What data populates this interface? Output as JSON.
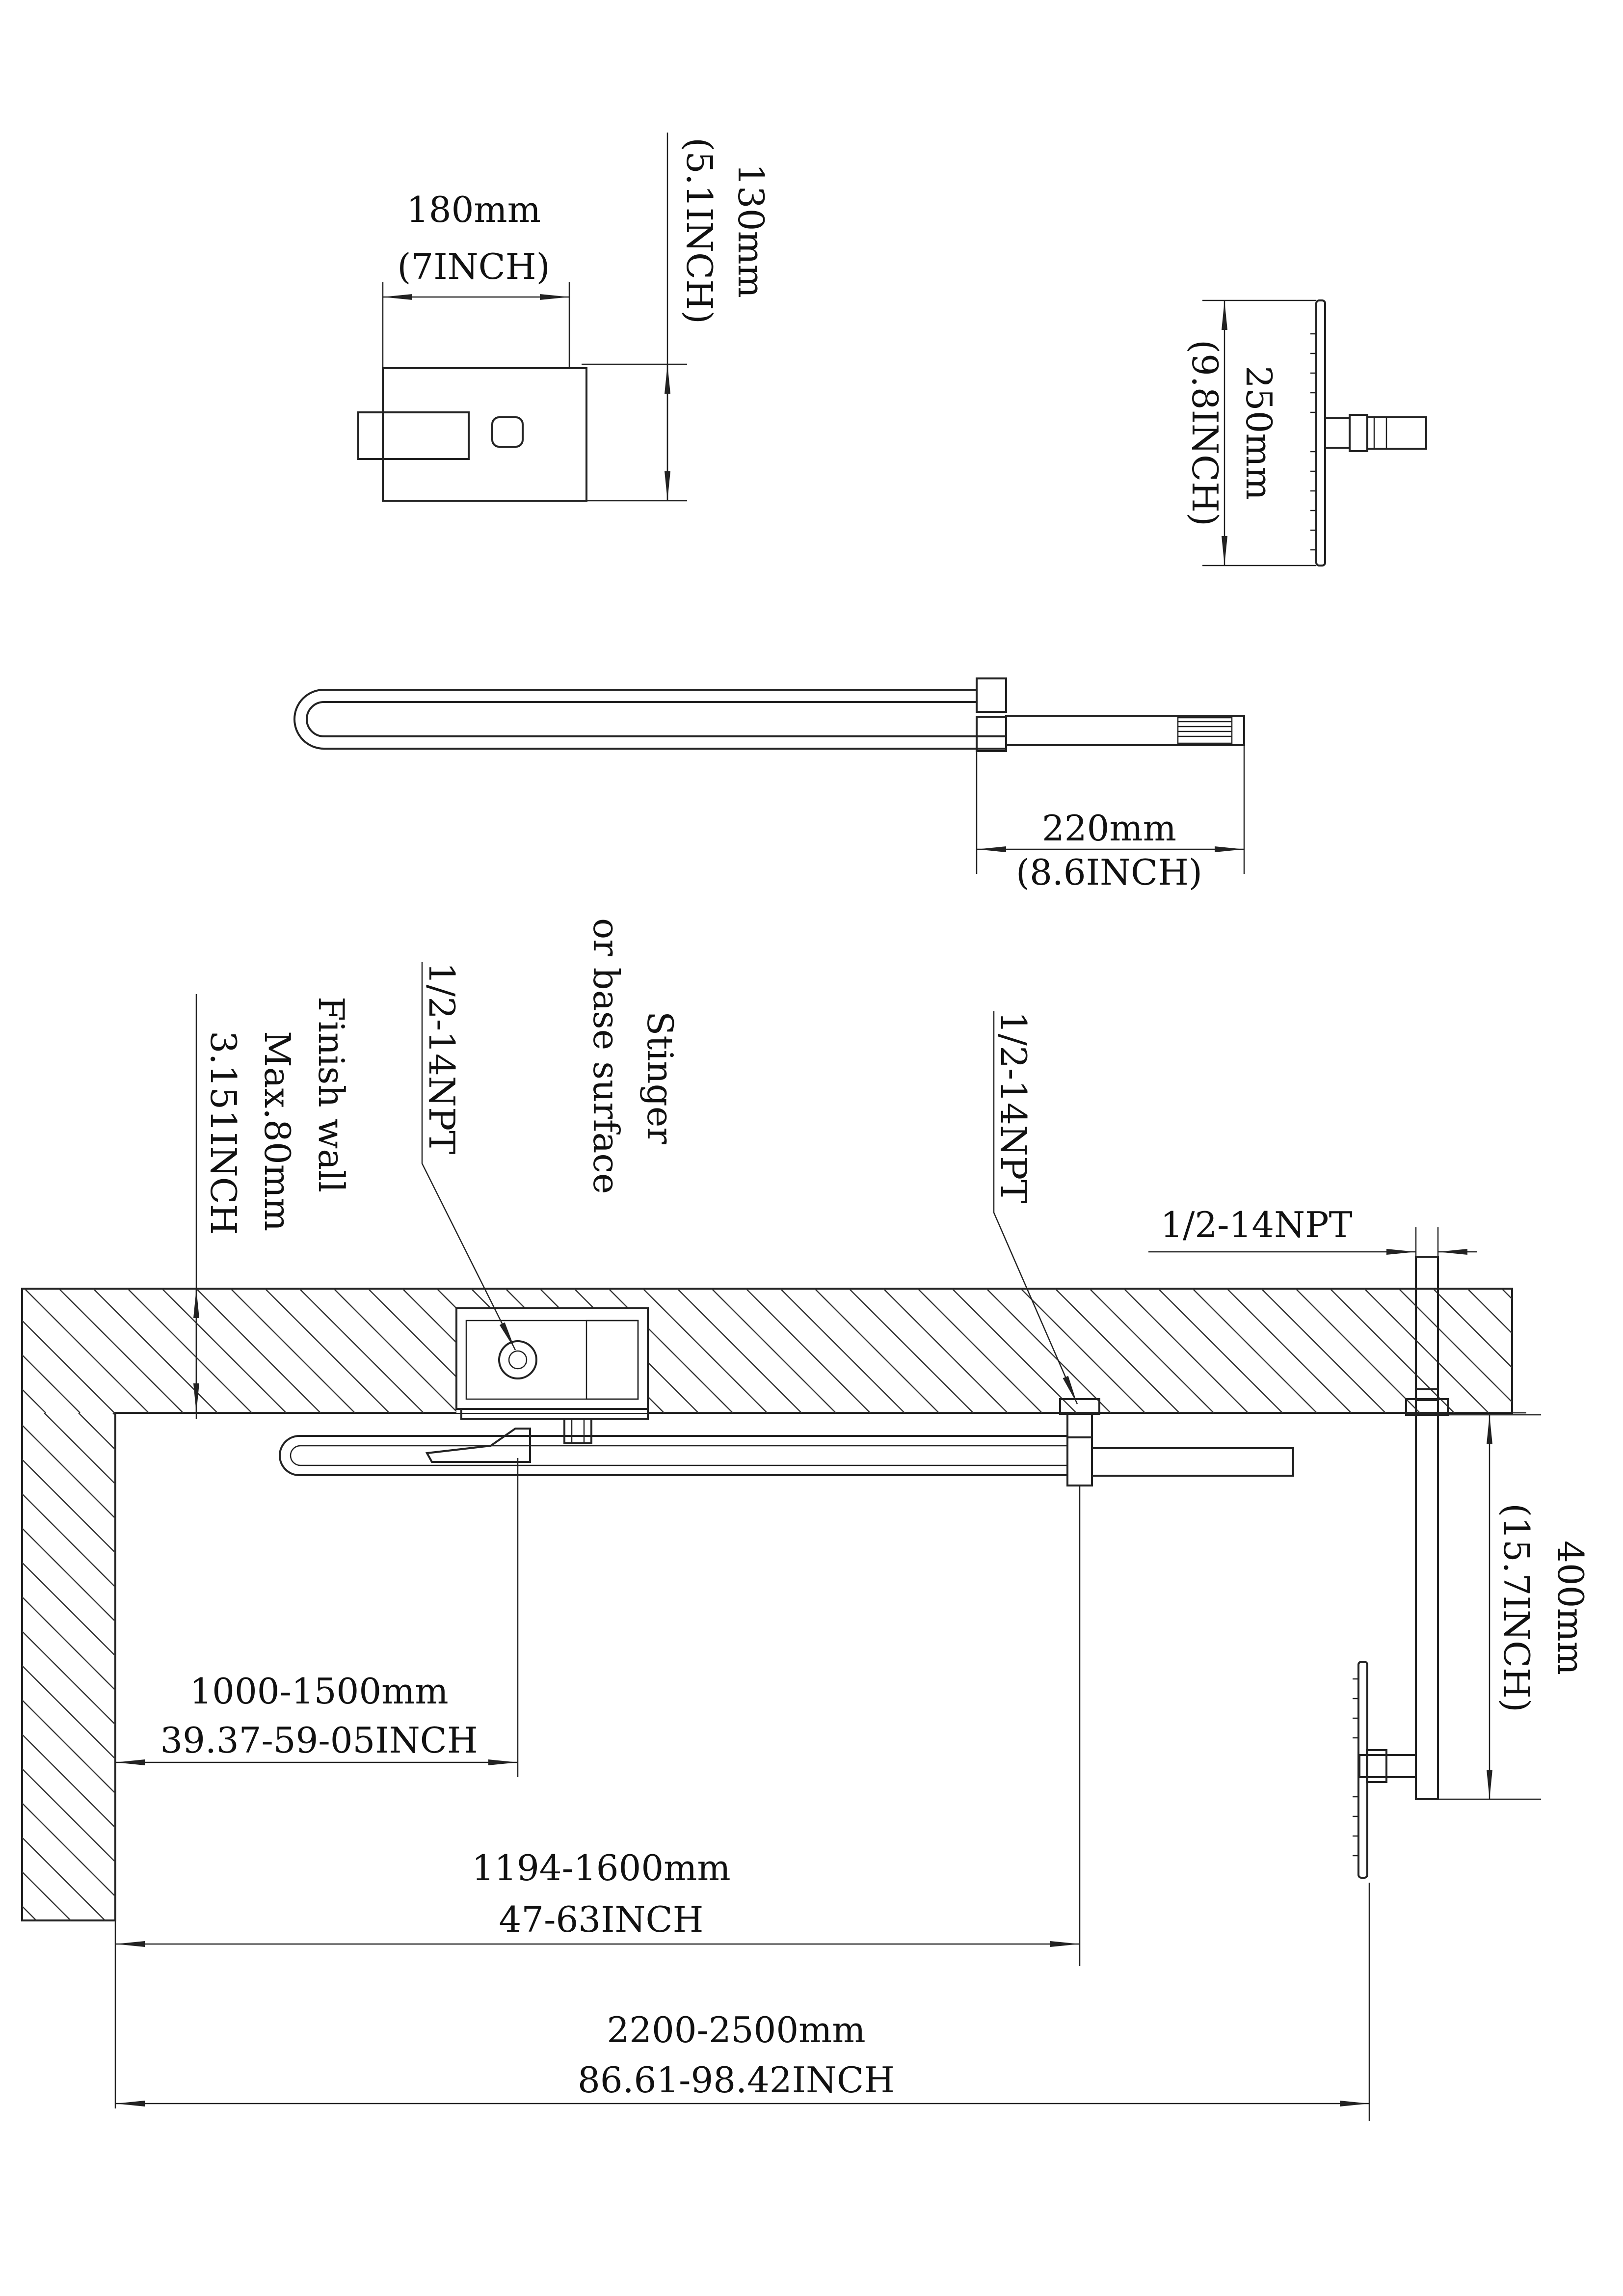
{
  "labels": {
    "valve_width_mm": "180mm",
    "valve_width_in": "(7INCH)",
    "valve_height_mm": "130mm",
    "valve_height_in": "(5.1INCH)",
    "showerhead_mm": "250mm",
    "showerhead_in": "(9.8INCH)",
    "handshower_mm": "220mm",
    "handshower_in": "(8.6INCH)",
    "finish_wall_1": "Finish wall",
    "finish_wall_2": "Max.80mm",
    "finish_wall_3": "3.151INCH",
    "npt_valve": "1/2-14NPT",
    "stinger_1": "Stinger",
    "stinger_2": "or base surface",
    "npt_outlet": "1/2-14NPT",
    "npt_arm": "1/2-14NPT",
    "arm_mm": "400mm",
    "arm_in": "(15.7INCH)",
    "valve_pos_mm": "1000-1500mm",
    "valve_pos_in": "39.37-59-05INCH",
    "outlet_pos_mm": "1194-1600mm",
    "outlet_pos_in": "47-63INCH",
    "head_pos_mm": "2200-2500mm",
    "head_pos_in": "86.61-98.42INCH"
  }
}
